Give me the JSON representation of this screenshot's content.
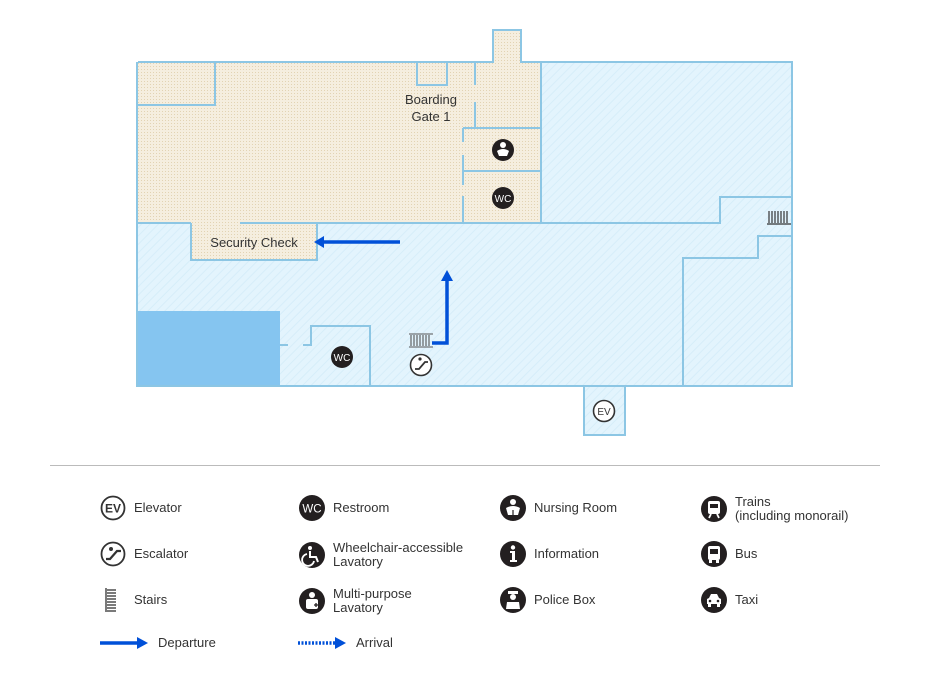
{
  "map": {
    "labels": {
      "boarding_gate": "Boarding\nGate 1",
      "boarding_line1": "Boarding",
      "boarding_line2": "Gate 1",
      "security_check": "Security Check"
    },
    "icons": {
      "wc_text": "WC",
      "ev_text": "EV"
    },
    "colors": {
      "restricted_area": "#f3ead8",
      "public_area": "#e2f3fc",
      "wall": "#8cc6e4",
      "solid_block": "#85c5f0",
      "arrow": "#0050d8"
    }
  },
  "legend": {
    "items": [
      {
        "icon": "elevator-icon",
        "glyph": "EV",
        "label": "Elevator"
      },
      {
        "icon": "escalator-icon",
        "label": "Escalator"
      },
      {
        "icon": "stairs-icon",
        "label": "Stairs"
      },
      {
        "icon": "restroom-icon",
        "glyph": "WC",
        "label": "Restroom"
      },
      {
        "icon": "wheelchair-icon",
        "label": "Wheelchair-accessible",
        "label2": "Lavatory"
      },
      {
        "icon": "multipurpose-lavatory-icon",
        "label": "Multi-purpose",
        "label2": "Lavatory"
      },
      {
        "icon": "nursing-room-icon",
        "label": "Nursing Room"
      },
      {
        "icon": "information-icon",
        "glyph": "i",
        "label": "Information"
      },
      {
        "icon": "police-box-icon",
        "label": "Police Box"
      },
      {
        "icon": "train-icon",
        "label": "Trains",
        "label2": " (including monorail)"
      },
      {
        "icon": "bus-icon",
        "label": "Bus"
      },
      {
        "icon": "taxi-icon",
        "label": "Taxi"
      }
    ],
    "departure": "Departure",
    "arrival": "Arrival"
  }
}
